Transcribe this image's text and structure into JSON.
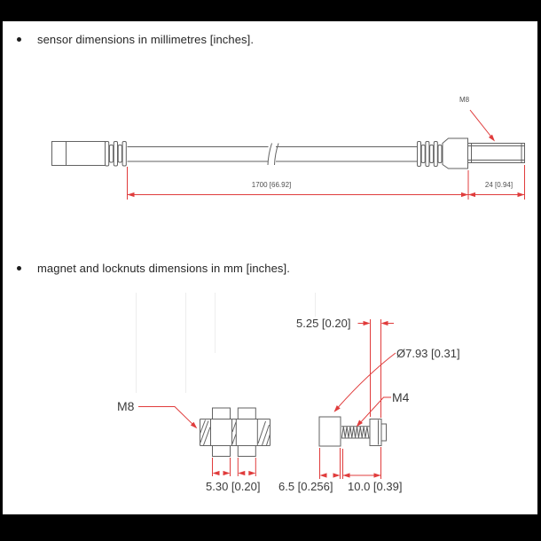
{
  "document": {
    "bullets": [
      {
        "text": "sensor dimensions in millimetres [inches]."
      },
      {
        "text": "magnet and locknuts dimensions in mm [inches]."
      }
    ]
  },
  "sensor_drawing": {
    "thread_label": "M8",
    "cable_length": "1700 [66.92]",
    "tip_length": "24 [0.94]"
  },
  "magnet_drawing": {
    "locknut_thread_label": "M8",
    "nut_width": "5.25 [0.20]",
    "magnet_diameter": "Ø7.93 [0.31]",
    "stud_thread_label": "M4",
    "locknut_width": "5.30 [0.20]",
    "magnet_length": "6.5 [0.256]",
    "stud_length": "10.0 [0.39]"
  },
  "colors": {
    "dimension_red": "#e03c3c",
    "outline_gray": "#626262",
    "guide_gray": "#ededed",
    "frame_black": "#000000"
  }
}
